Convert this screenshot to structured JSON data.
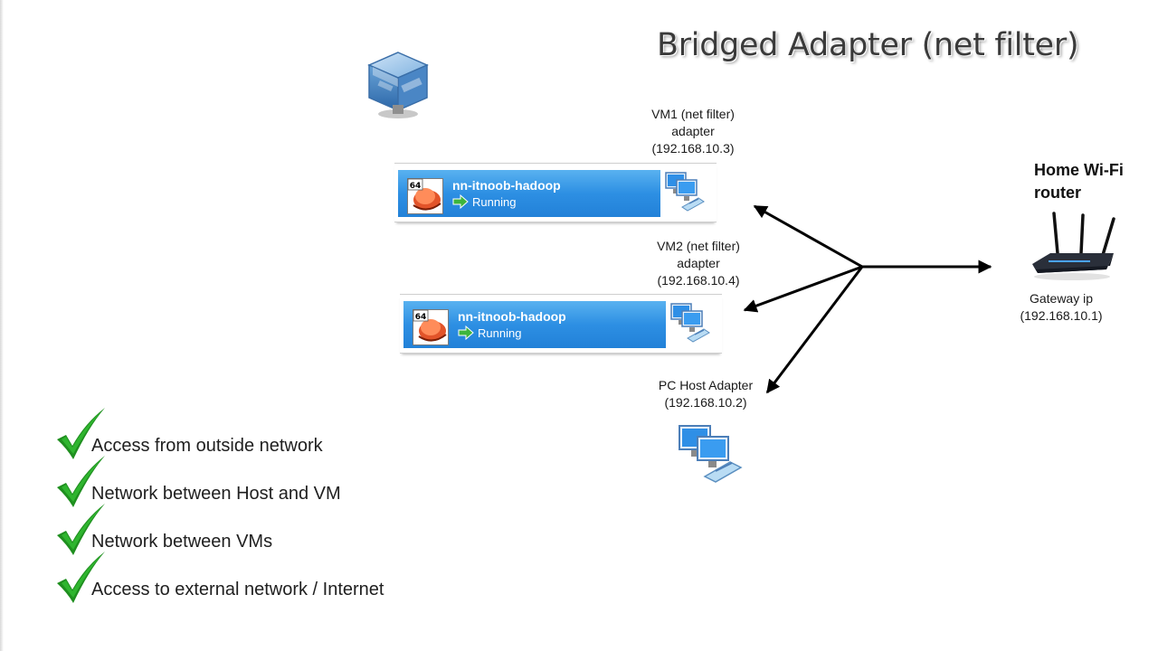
{
  "title": "Bridged Adapter (net filter)",
  "labels": {
    "vm1_adapter": [
      "VM1 (net filter)",
      "adapter",
      "(192.168.10.3)"
    ],
    "vm2_adapter": [
      "VM2 (net filter)",
      "adapter",
      "(192.168.10.4)"
    ],
    "host_adapter": [
      "PC Host Adapter",
      "(192.168.10.2)"
    ],
    "gateway": [
      "Gateway ip",
      "(192.168.10.1)"
    ]
  },
  "router": {
    "title_lines": [
      "Home Wi-Fi",
      "router"
    ]
  },
  "vms": [
    {
      "os_badge": "64",
      "name": "nn-itnoob-hadoop",
      "state": "Running"
    },
    {
      "os_badge": "64",
      "name": "nn-itnoob-hadoop",
      "state": "Running"
    }
  ],
  "features": [
    "Access from outside network",
    "Network between Host and VM",
    "Network between VMs",
    "Access to external network / Internet"
  ],
  "colors": {
    "check_green": "#1f8f1f",
    "vm_bar_blue": "#2d8fe3",
    "arrow": "#000000"
  },
  "icons": {
    "logo": "virtualbox-logo-icon",
    "network": "network-computers-icon",
    "router": "wifi-router-icon",
    "check": "checkmark-icon",
    "running": "running-arrow-icon",
    "os": "os-type-icon"
  }
}
